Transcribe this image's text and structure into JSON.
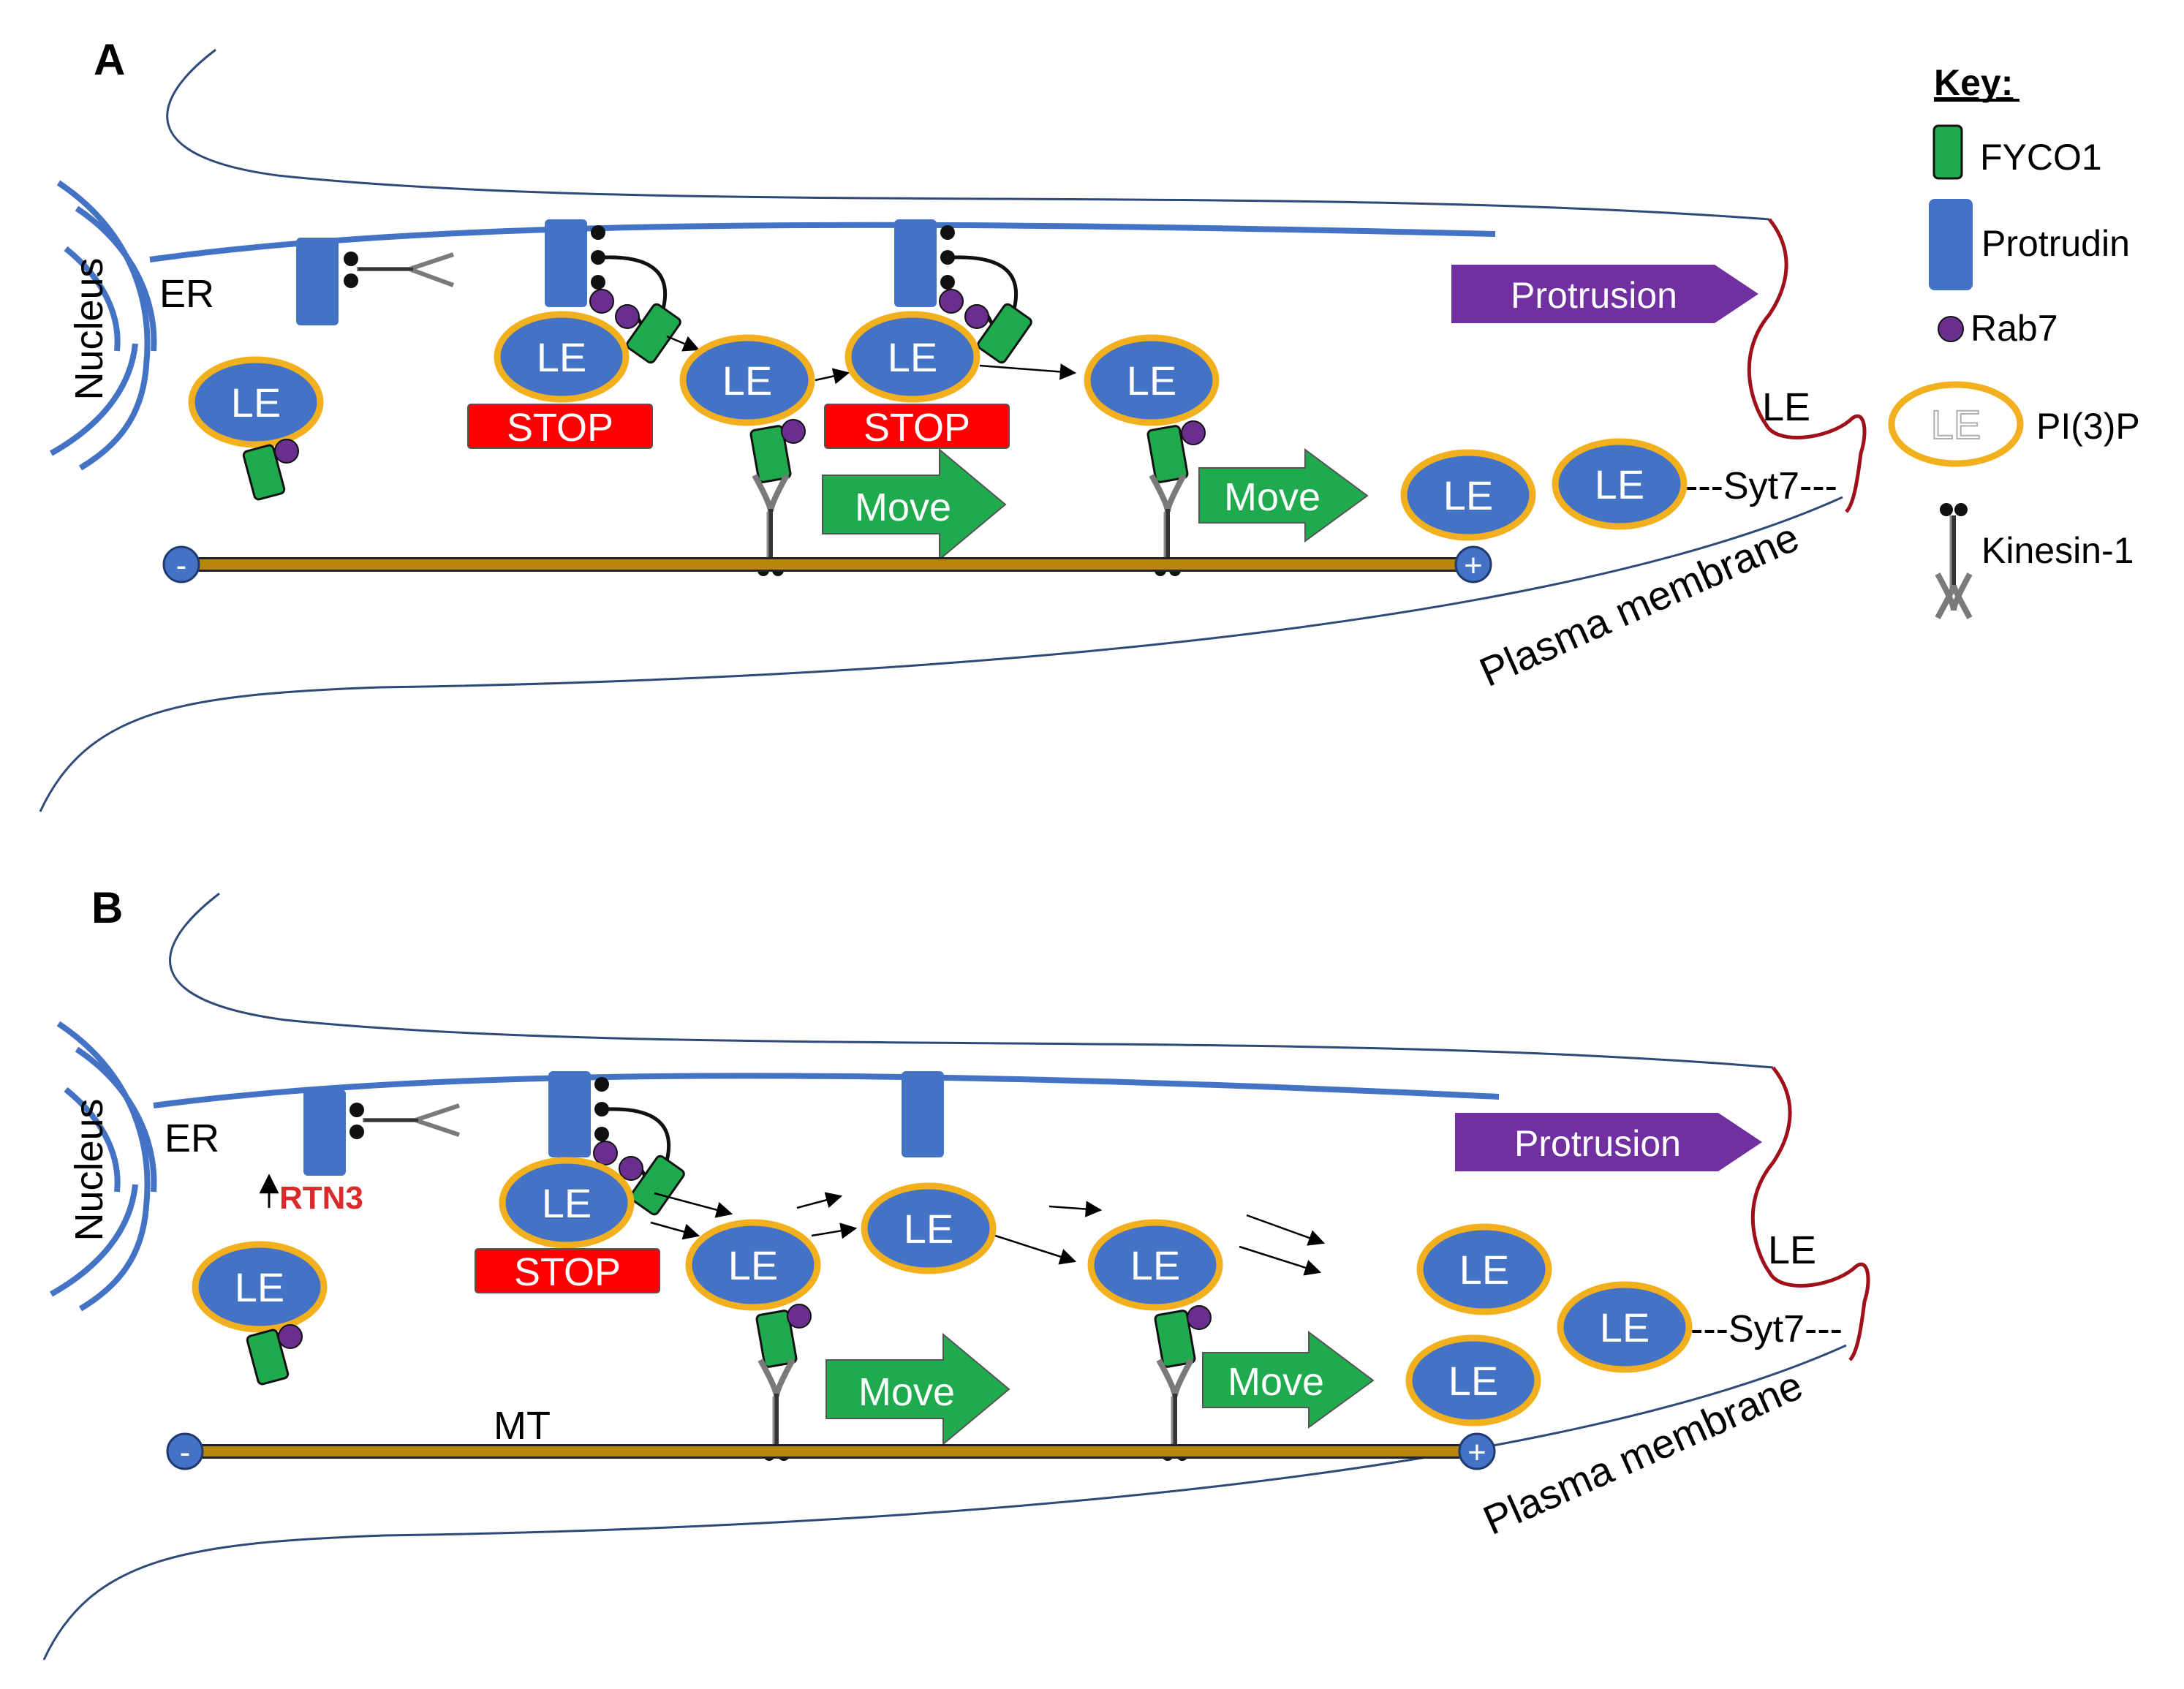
{
  "panels": [
    {
      "label": "A",
      "nucleus": "Nucleus",
      "er": "ER",
      "le": "LE",
      "stop": "STOP",
      "move": "Move",
      "protrusion": "Protrusion",
      "syt7": "---Syt7---",
      "plasma_membrane": "Plasma membrane",
      "minus": "-",
      "plus": "+"
    },
    {
      "label": "B",
      "nucleus": "Nucleus",
      "er": "ER",
      "le": "LE",
      "stop": "STOP",
      "move": "Move",
      "protrusion": "Protrusion",
      "syt7": "---Syt7---",
      "plasma_membrane": "Plasma membrane",
      "rtn3": "RTN3",
      "mt": "MT",
      "minus": "-",
      "plus": "+"
    }
  ],
  "key": {
    "title": "Key:",
    "items": [
      {
        "label": "FYCO1",
        "icon": "fyco1-icon"
      },
      {
        "label": "Protrudin",
        "icon": "protrudin-icon"
      },
      {
        "label": "Rab7",
        "icon": "rab7-icon"
      },
      {
        "label": "PI(3)P",
        "icon": "pi3p-icon",
        "inner": "LE"
      },
      {
        "label": "Kinesin-1",
        "icon": "kinesin1-icon"
      }
    ]
  },
  "colors": {
    "membrane": "#4472C4",
    "plasma": "#2F4A78",
    "le_fill": "#4472C4",
    "le_ring": "#F2B01E",
    "fyco1": "#1FAA4E",
    "rab7": "#6A2F8E",
    "stop": "#FF0000",
    "move": "#1FAA4E",
    "protrusion": "#7030A0",
    "microtubule": "#B8860B",
    "protrusion_edge": "#A0101A",
    "rtn3": "#D92B2B"
  }
}
